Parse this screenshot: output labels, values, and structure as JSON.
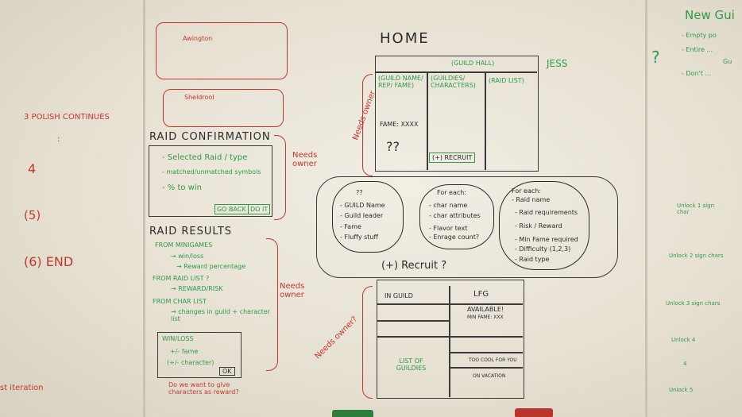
{
  "left_column": {
    "items": [
      "3  POLISH CONTINUES",
      ":",
      "4",
      "(5)",
      "(6) END"
    ],
    "iteration": "st iteration"
  },
  "raid_confirmation": {
    "title": "RAID CONFIRMATION",
    "items": [
      "- Selected Raid / type",
      "- matched/unmatched symbols",
      "- % to win"
    ],
    "buttons": [
      "GO BACK",
      "DO IT"
    ],
    "needs_owner": "Needs owner"
  },
  "raid_results": {
    "title": "RAID RESULTS",
    "lines": [
      "FROM MINIGAMES",
      "→ win/loss",
      "→ Reward percentage",
      "FROM RAID LIST ?",
      "→ REWARD/RISK",
      "FROM CHAR LIST",
      "→ changes in guild + character list"
    ],
    "needs_owner": "Needs owner",
    "winloss_box": {
      "title": "WIN/LOSS",
      "lines": [
        "+/- fame",
        "(+/- character)"
      ],
      "ok": "OK"
    },
    "question": "Do we want to give characters as reward?"
  },
  "home": {
    "title": "HOME",
    "guild_hall": "(GUILD HALL)",
    "jess": "JESS",
    "columns": [
      "(GUILD NAME/ REP/ FAME)",
      "(GUILDIES/ CHARACTERS)",
      "(RAID LIST)"
    ],
    "fame": "FAME: XXXX",
    "qmarks": "??",
    "recruit": "(+) RECRUIT",
    "needs_owner": "Needs owner"
  },
  "clouds": {
    "c1": {
      "head": "??",
      "items": [
        "- GUILD Name",
        "- Guild leader",
        "- Fame",
        "- Fluffy stuff"
      ]
    },
    "c2": {
      "head": "For each:",
      "items": [
        "- char name",
        "- char attributes",
        "- Flavor text",
        "- Enrage count?"
      ]
    },
    "c3": {
      "head": "For each:",
      "items": [
        "- Raid name",
        "- Raid requirements",
        "- Risk / Reward",
        "- Min Fame required",
        "- Difficulty (1,2,3)",
        "- Raid type"
      ]
    }
  },
  "recruit_screen": {
    "title": "(+) Recruit ?",
    "in_guild": "IN GUILD",
    "lfg": "LFG",
    "available": "AVAILABLE!",
    "min_fame": "MIN FAME: XXX",
    "list": "LIST OF GUILDIES",
    "too_cool": "TOO COOL FOR YOU",
    "vacation": "ON VACATION",
    "needs_owner": "Needs owner?"
  },
  "sketch": {
    "name_top": "Awington",
    "name_bottom": "Sheldrool"
  },
  "right_side": {
    "new_gui": "New Gui",
    "notes": [
      "- Empty po",
      "- Entire ...",
      "Gu",
      "- Don't ..."
    ],
    "question": "?",
    "unlocks": [
      "Unlock 1 sign char",
      "Unlock 2 sign chars",
      "Unlock 3 sign chars",
      "Unlock 4",
      "4",
      "Unlock 5"
    ]
  },
  "colors": {
    "red": "#c4372e",
    "green": "#2e9a48",
    "black": "#2b2b2b"
  }
}
